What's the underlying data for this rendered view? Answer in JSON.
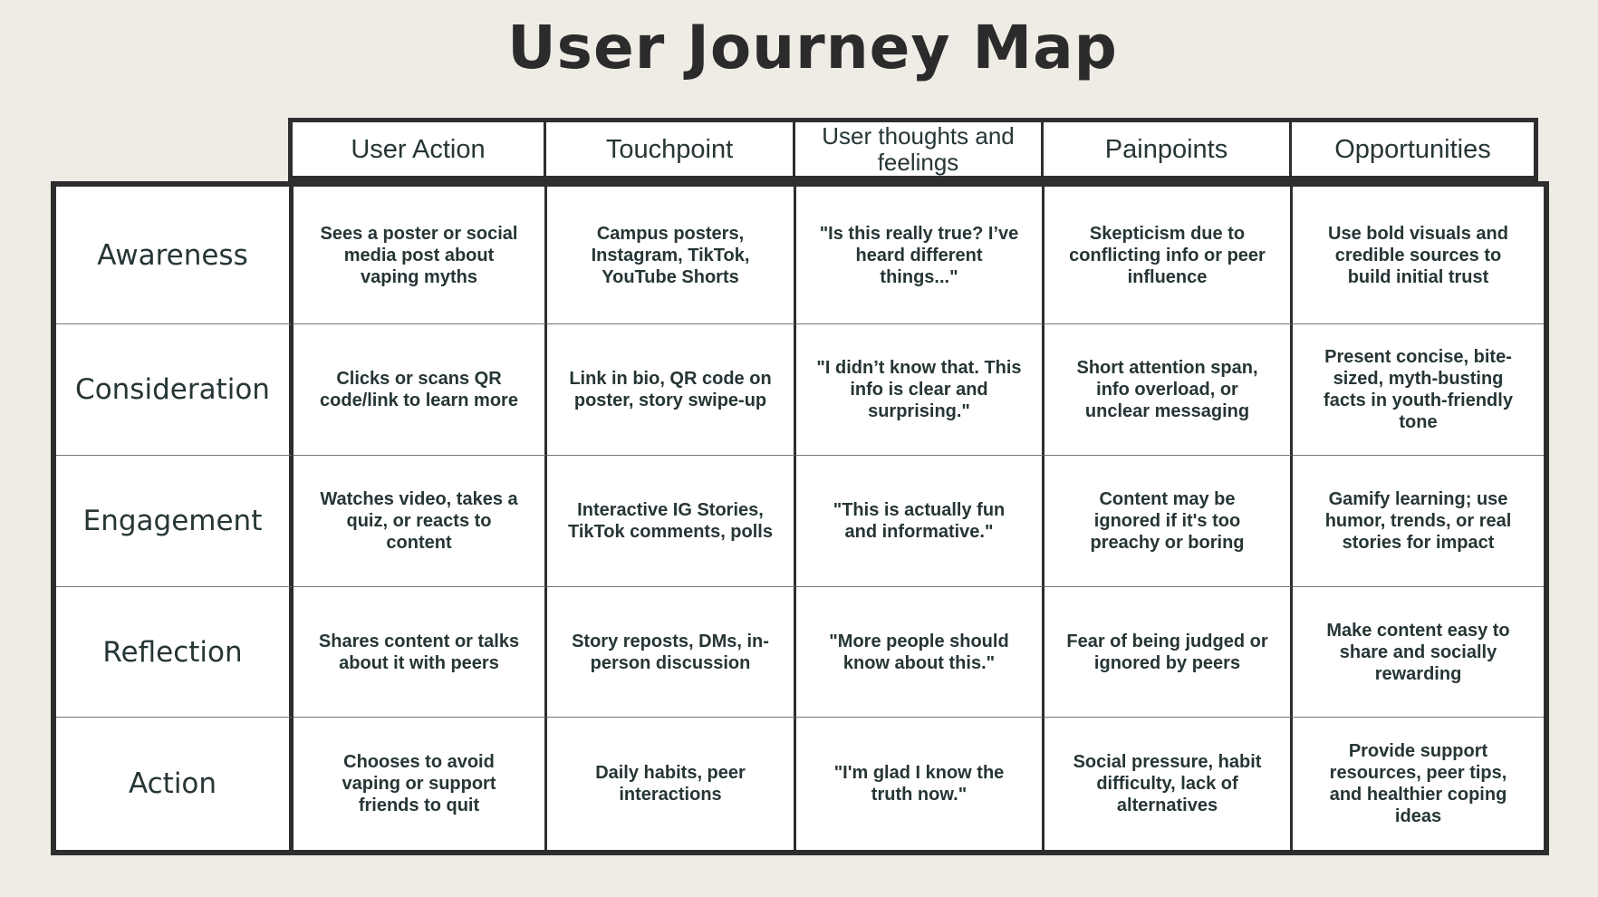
{
  "title": "User Journey Map",
  "columns": [
    "User Action",
    "Touchpoint",
    "User thoughts and feelings",
    "Painpoints",
    "Opportunities"
  ],
  "rows": [
    {
      "stage": "Awareness",
      "cells": [
        "Sees a poster or social media post about vaping myths",
        "Campus posters, Instagram, TikTok, YouTube Shorts",
        "\"Is this really true? I’ve heard different things...\"",
        "Skepticism due to conflicting info or peer influence",
        "Use bold visuals and credible sources to build initial trust"
      ]
    },
    {
      "stage": "Consideration",
      "cells": [
        "Clicks or scans QR code/link to learn more",
        "Link in bio, QR code on poster, story swipe-up",
        "\"I didn’t know that. This info is clear and surprising.\"",
        "Short attention span, info overload, or unclear messaging",
        "Present concise, bite-sized, myth-busting facts in youth-friendly tone"
      ]
    },
    {
      "stage": "Engagement",
      "cells": [
        "Watches video, takes a quiz, or reacts to content",
        "Interactive IG Stories, TikTok comments, polls",
        "\"This is actually fun and informative.\"",
        "Content may be ignored if it's too preachy or boring",
        "Gamify learning; use humor, trends, or real stories for impact"
      ]
    },
    {
      "stage": "Reflection",
      "cells": [
        "Shares content or talks about it with peers",
        "Story reposts, DMs, in-person discussion",
        "\"More people should know about this.\"",
        "Fear of being judged or ignored by peers",
        "Make content easy to share and socially rewarding"
      ]
    },
    {
      "stage": "Action",
      "cells": [
        "Chooses to avoid vaping or support friends to quit",
        "Daily habits, peer interactions",
        "\"I'm glad I know the truth now.\"",
        "Social pressure, habit difficulty, lack of alternatives",
        "Provide support resources, peer tips, and healthier coping ideas"
      ]
    }
  ]
}
